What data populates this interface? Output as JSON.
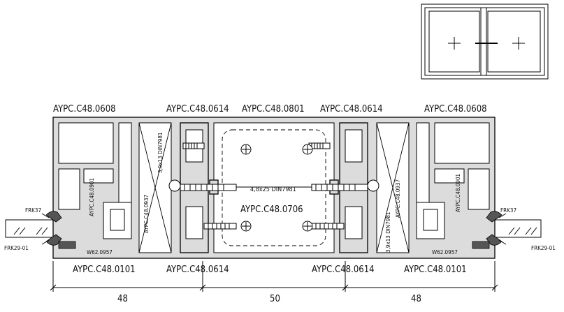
{
  "labels_top": [
    "AYPC.C48.0608",
    "AYPC.C48.0614",
    "AYPC.C48.0801",
    "AYPC.C48.0614",
    "AYPC.C48.0608"
  ],
  "labels_bottom": [
    "AYPC.C48.0101",
    "AYPC.C48.0614",
    "AYPC.C48.0614",
    "AYPC.C48.0101"
  ],
  "label_center_lower": "AYPC.C48.0706",
  "label_screw_center": "4,8x25 DIN7981",
  "label_screw_small": "3,9x13 DIN7981",
  "label_vertical_0937": "AYPC.C48.0937",
  "label_vertical_0901": "AYPC.C48.0901",
  "label_w62": "W62.0957",
  "label_frk37": "FRK37",
  "label_frk29": "FRK29-01",
  "dimensions": [
    "48",
    "50",
    "48"
  ]
}
